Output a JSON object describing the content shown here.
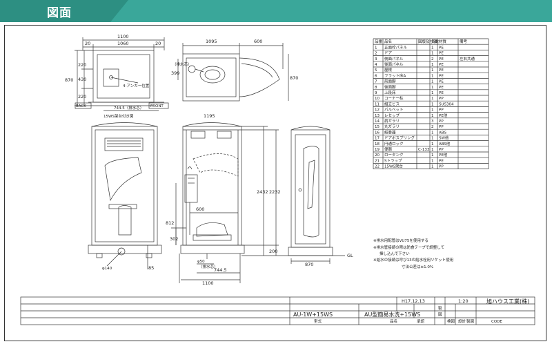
{
  "header": {
    "title": "図面"
  },
  "views": {
    "top": {
      "dim_total": "1100",
      "dim_left": "20",
      "dim_mid": "1060",
      "dim_right": "20",
      "side_870": "870",
      "side_430": "430",
      "side_220a": "220",
      "side_220b": "220",
      "anchor": "4-アンカー位置",
      "drain": "744.5（排水芯）",
      "back": "BACK",
      "front": "FRONT",
      "caption": "15WS架台付き図"
    },
    "plan": {
      "dim_1095": "1095",
      "dim_600": "600",
      "dim_870": "870",
      "drain_v": "（排水芯）",
      "dim_399": "399"
    },
    "front": {
      "dim_1195": "1195",
      "dia": "φ140",
      "dim_85": "85"
    },
    "section": {
      "dim_600": "600",
      "dim_812": "812",
      "dim_302": "302",
      "phi50": "φ50",
      "drain_h": "（排水芯）",
      "dim_7445": "744.5",
      "dim_1100": "1100",
      "dim_2432": "2432",
      "dim_2232": "2232",
      "dim_200": "200",
      "dim_870": "870",
      "gl": "GL"
    }
  },
  "parts_table": {
    "headers": [
      "品番",
      "品名",
      "図版及寸法",
      "員数",
      "材質",
      "備考"
    ],
    "rows": [
      [
        "1",
        "正面枠パネル",
        "",
        "1",
        "PE",
        ""
      ],
      [
        "2",
        "ドア",
        "",
        "1",
        "PE",
        ""
      ],
      [
        "3",
        "側面パネル",
        "",
        "2",
        "PE",
        "左右共通"
      ],
      [
        "4",
        "後面パネル",
        "",
        "1",
        "PE",
        ""
      ],
      [
        "5",
        "屋根",
        "",
        "1",
        "PE",
        ""
      ],
      [
        "6",
        "フラット床A",
        "",
        "1",
        "PE",
        ""
      ],
      [
        "7",
        "前面脚",
        "",
        "1",
        "PE",
        ""
      ],
      [
        "8",
        "後面脚",
        "",
        "1",
        "PE",
        ""
      ],
      [
        "9",
        "上段床",
        "",
        "1",
        "PE",
        ""
      ],
      [
        "10",
        "コーナー柱",
        "",
        "1",
        "PP",
        ""
      ],
      [
        "11",
        "組立ビス",
        "",
        "1",
        "SUS304",
        ""
      ],
      [
        "12",
        "パルベット",
        "",
        "1",
        "PP",
        ""
      ],
      [
        "13",
        "レセップ",
        "",
        "1",
        "PE他",
        ""
      ],
      [
        "14",
        "肩ガラリ",
        "",
        "3",
        "PP",
        ""
      ],
      [
        "15",
        "丸ガラリ",
        "",
        "2",
        "PP",
        ""
      ],
      [
        "16",
        "紙巻器",
        "",
        "1",
        "ABS",
        ""
      ],
      [
        "17",
        "ドアボスプリング",
        "",
        "1",
        "SW他",
        ""
      ],
      [
        "18",
        "円通ロック",
        "",
        "1",
        "ABS他",
        ""
      ],
      [
        "19",
        "便器",
        "C-133",
        "1",
        "PP",
        ""
      ],
      [
        "20",
        "ロータンク",
        "",
        "1",
        "PE他",
        ""
      ],
      [
        "21",
        "Sトラップ",
        "",
        "1",
        "PE",
        ""
      ],
      [
        "22",
        "15WS架台",
        "",
        "1",
        "PP",
        ""
      ]
    ]
  },
  "notes": [
    "※排水用配管はVU75を使用する",
    "※排水管接続の際は防食テープで調整して",
    "挿し込んで下さい",
    "※給水の接続は呼び13の給水栓用ソケット使用",
    "寸法公差は±1.0%"
  ],
  "title_block": {
    "date": "H17.12.13",
    "scale": "1:20",
    "company": "旭ハウス工業(株)",
    "model": "AU-1W+15WS",
    "name": "AU型簡易水洗+15WS",
    "label_model": "型式",
    "label_name": "品名",
    "label_made": "製",
    "label_made2": "図",
    "label_code": "CODE",
    "label_approve": "承認",
    "label_check": "検図",
    "label_design": "設計",
    "label_draw": "製図"
  },
  "colors": {
    "banner": "#3aa79a",
    "banner_dark": "#2d8f82",
    "line": "#333333"
  }
}
